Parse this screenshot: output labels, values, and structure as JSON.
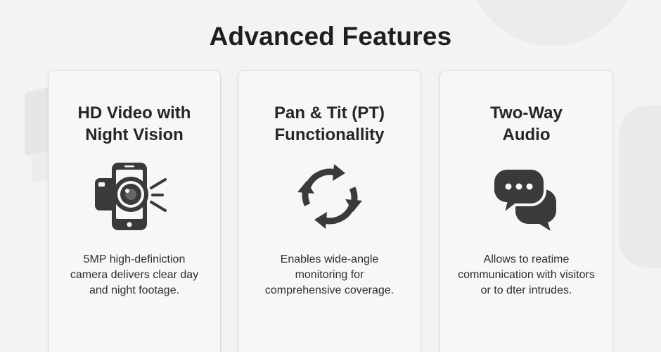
{
  "heading": "Advanced Features",
  "cards": [
    {
      "title_lines": [
        "HD Video with",
        "Night Vision"
      ],
      "icon": "phone-camera-icon",
      "desc_lines": [
        "5MP high-definiction",
        "camera delivers clear day",
        "and night footage."
      ]
    },
    {
      "title_lines": [
        "Pan & Tit (PT)",
        "Functionallity"
      ],
      "icon": "rotate-arrows-icon",
      "desc_lines": [
        "Enables wide-angle",
        "monitoring for",
        "comprehensive coverage."
      ]
    },
    {
      "title_lines": [
        "Two-Way",
        "Audio"
      ],
      "icon": "chat-bubbles-icon",
      "desc_lines": [
        "Allows to reatime",
        "communication with visitors",
        "or to dter intrudes."
      ]
    }
  ],
  "colors": {
    "background": "#f3f3f3",
    "card": "#f7f7f7",
    "icon": "#3a3a3a",
    "text": "#2b2b2b"
  }
}
